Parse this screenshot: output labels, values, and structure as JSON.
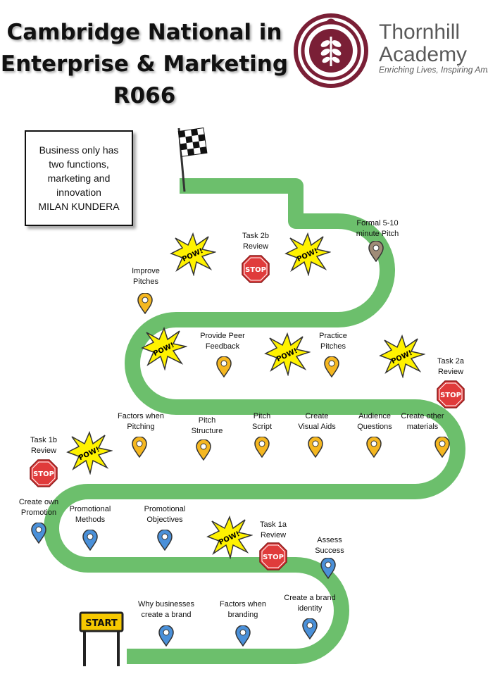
{
  "header": {
    "title_lines": [
      "Cambridge National in",
      "Enterprise & Marketing",
      "R066"
    ],
    "brand_name_line1": "Thornhill",
    "brand_name_line2": "Academy",
    "tagline": "Enriching Lives, Inspiring Ambition"
  },
  "quote": {
    "lines": [
      "Business only has",
      "two functions,",
      "marketing and",
      "innovation",
      "MILAN KUNDERA"
    ]
  },
  "start_sign": "START",
  "stop_text": "STOP",
  "pow_text": "POW!",
  "colors": {
    "road": "#6cbf6c",
    "pin_blue": "#4a90d9",
    "pin_orange": "#f5b720",
    "pin_brown": "#a08c78",
    "stop_red": "#e03b3b",
    "logo_maroon": "#7a1f36",
    "pow_yellow": "#fff200"
  },
  "steps": [
    {
      "lines": [
        "Why businesses",
        "create a brand"
      ],
      "marker": "pin-blue-icon"
    },
    {
      "lines": [
        "Factors when",
        "branding"
      ],
      "marker": "pin-blue-icon"
    },
    {
      "lines": [
        "Create a brand",
        "identity"
      ],
      "marker": "pin-blue-icon"
    },
    {
      "lines": [
        "Assess",
        "Success"
      ],
      "marker": "pin-blue-icon"
    },
    {
      "lines": [
        "Task 1a",
        "Review"
      ],
      "marker": "stop-sign-icon"
    },
    {
      "lines": [
        "Promotional",
        "Objectives"
      ],
      "marker": "pin-blue-icon"
    },
    {
      "lines": [
        "Promotional",
        "Methods"
      ],
      "marker": "pin-blue-icon"
    },
    {
      "lines": [
        "Create own",
        "Promotion"
      ],
      "marker": "pin-blue-icon"
    },
    {
      "lines": [
        "Task 1b",
        "Review"
      ],
      "marker": "stop-sign-icon"
    },
    {
      "lines": [
        "Factors when",
        "Pitching"
      ],
      "marker": "pin-orange-icon"
    },
    {
      "lines": [
        "Pitch",
        "Structure"
      ],
      "marker": "pin-orange-icon"
    },
    {
      "lines": [
        "Pitch",
        "Script"
      ],
      "marker": "pin-orange-icon"
    },
    {
      "lines": [
        "Create",
        "Visual Aids"
      ],
      "marker": "pin-orange-icon"
    },
    {
      "lines": [
        "Audience",
        "Questions"
      ],
      "marker": "pin-orange-icon"
    },
    {
      "lines": [
        "Create other",
        "materials"
      ],
      "marker": "pin-orange-icon"
    },
    {
      "lines": [
        "Task 2a",
        "Review"
      ],
      "marker": "stop-sign-icon"
    },
    {
      "lines": [
        "Practice",
        "Pitches"
      ],
      "marker": "pin-orange-icon"
    },
    {
      "lines": [
        "Provide Peer",
        "Feedback"
      ],
      "marker": "pin-orange-icon"
    },
    {
      "lines": [
        "Improve",
        "Pitches"
      ],
      "marker": "pin-orange-icon"
    },
    {
      "lines": [
        "Task 2b",
        "Review"
      ],
      "marker": "stop-sign-icon"
    },
    {
      "lines": [
        "Formal 5-10",
        "minute Pitch"
      ],
      "marker": "pin-brown-icon"
    }
  ]
}
